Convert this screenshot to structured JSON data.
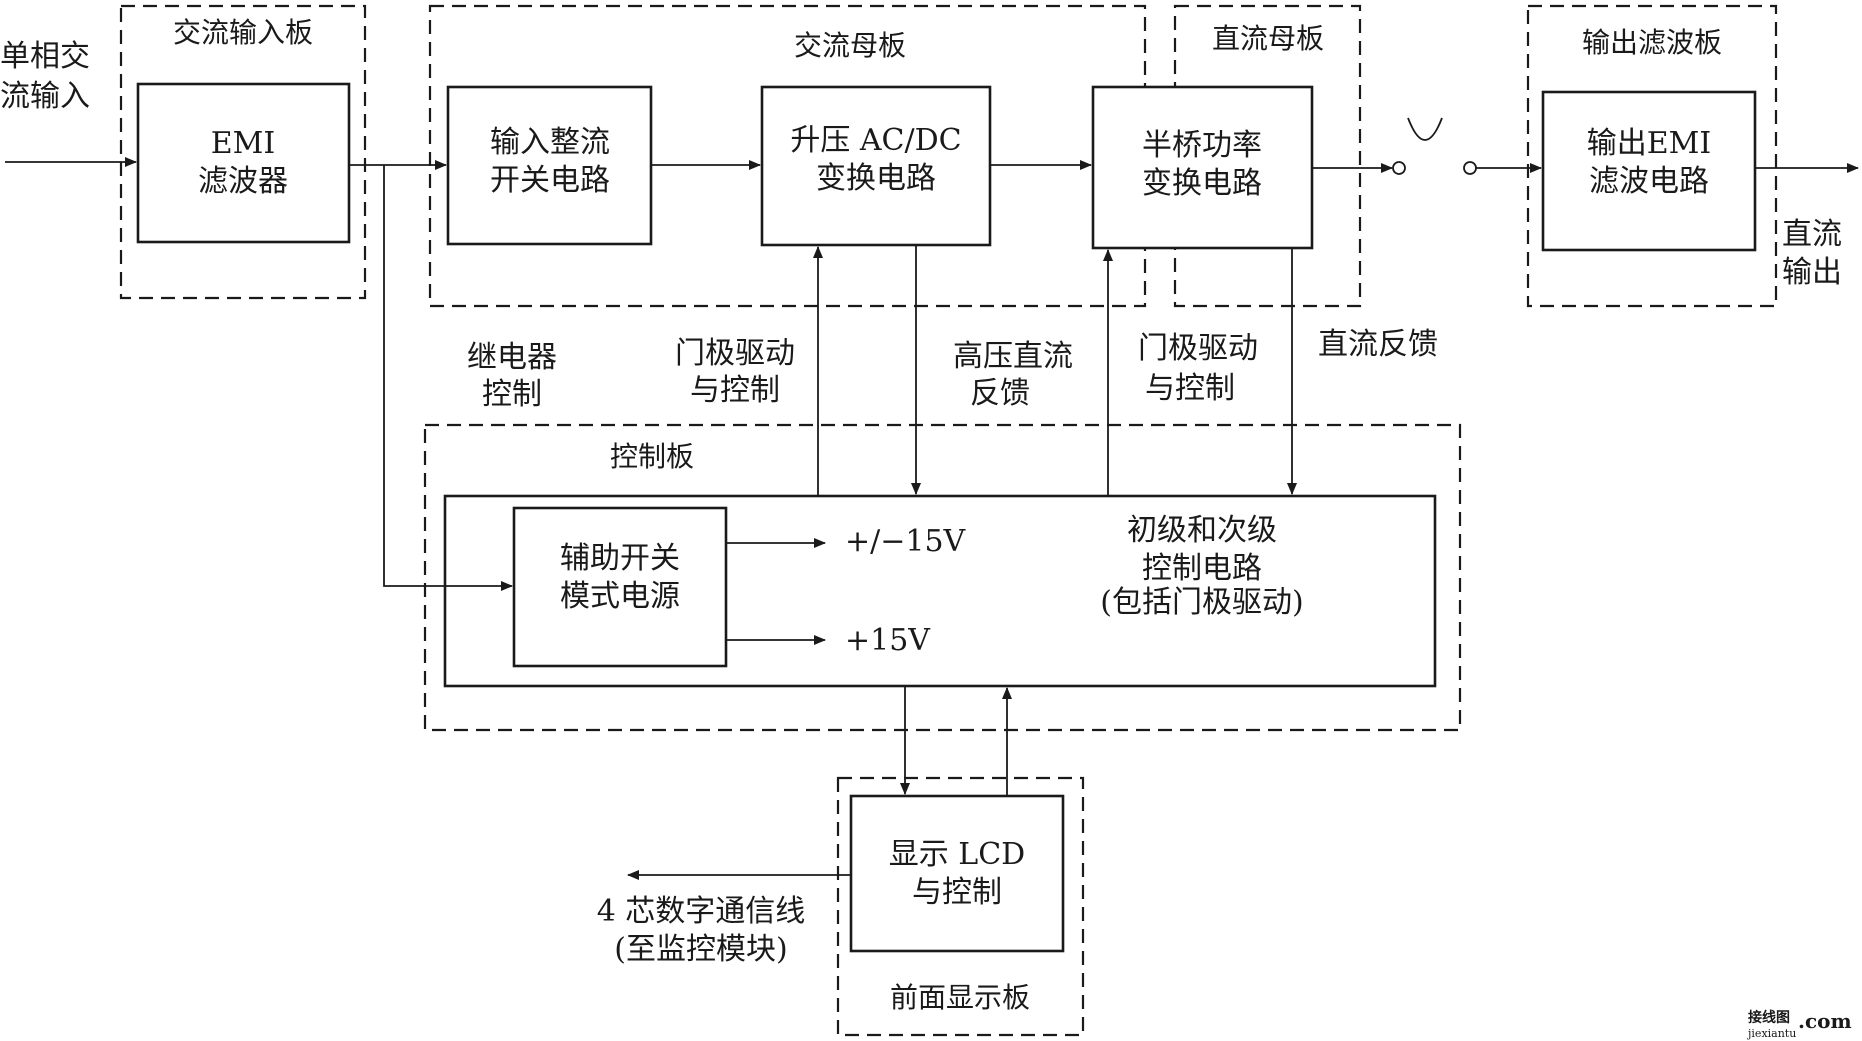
{
  "boards": {
    "ac_input": "交流输入板",
    "ac_mother": "交流母板",
    "dc_mother": "直流母板",
    "output_filter": "输出滤波板",
    "control": "控制板",
    "front_display": "前面显示板"
  },
  "blocks": {
    "emi_filter": [
      "EMI",
      "滤波器"
    ],
    "input_rectifier": [
      "输入整流",
      "开关电路"
    ],
    "boost_acdc": [
      "升压 AC/DC",
      "变换电路"
    ],
    "half_bridge": [
      "半桥功率",
      "变换电路"
    ],
    "output_emi": [
      "输出EMI",
      "滤波电路"
    ],
    "aux_smps": [
      "辅助开关",
      "模式电源"
    ],
    "primary_secondary": [
      "初级和次级",
      "控制电路",
      "(包括门极驱动)"
    ],
    "display_lcd": [
      "显示 LCD",
      "与控制"
    ]
  },
  "labels": {
    "single_phase_input": [
      "单相交",
      "流输入"
    ],
    "dc_output": [
      "直流",
      "输出"
    ],
    "relay_control": [
      "继电器",
      "控制"
    ],
    "gate_drive_1": [
      "门极驱动",
      "与控制"
    ],
    "hv_dc_feedback": [
      "高压直流",
      "反馈"
    ],
    "gate_drive_2": [
      "门极驱动",
      "与控制"
    ],
    "dc_feedback": "直流反馈",
    "rail_pm15": "+/−15V",
    "rail_p15": "+15V",
    "comm_line": [
      "4 芯数字通信线",
      "(至监控模块)"
    ]
  },
  "watermark": {
    "brand": "接线图",
    "domain": ".com",
    "url": "jiexiantu"
  }
}
